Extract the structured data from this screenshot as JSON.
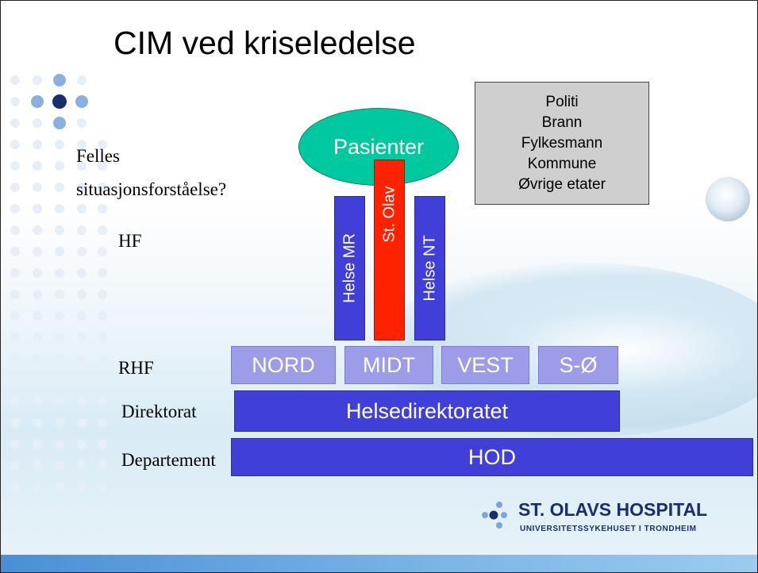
{
  "title": "CIM ved kriseledelse",
  "labels": {
    "felles_line1": "Felles",
    "felles_line2": "situasjonsforståelse?",
    "hf": "HF",
    "rhf": "RHF",
    "direktorat": "Direktorat",
    "departement": "Departement"
  },
  "patients": "Pasienter",
  "hf_units": {
    "helse_mr": "Helse MR",
    "st_olav": "St. Olav",
    "helse_nt": "Helse NT"
  },
  "rhf_units": [
    "NORD",
    "MIDT",
    "VEST",
    "S-Ø"
  ],
  "directorate": "Helsedirektoratet",
  "department": "HOD",
  "partners": [
    "Politi",
    "Brann",
    "Fylkesmann",
    "Kommune",
    "Øvrige etater"
  ],
  "logo": {
    "name": "ST. OLAVS HOSPITAL",
    "subtitle": "UNIVERSITETSSYKEHUSET I TRONDHEIM"
  },
  "colors": {
    "dark_box": "#4040d8",
    "light_box": "#9c9ce8",
    "st_olav": "#ff2200",
    "patients": "#00c9a0",
    "partners_box": "#cfcfcf"
  }
}
